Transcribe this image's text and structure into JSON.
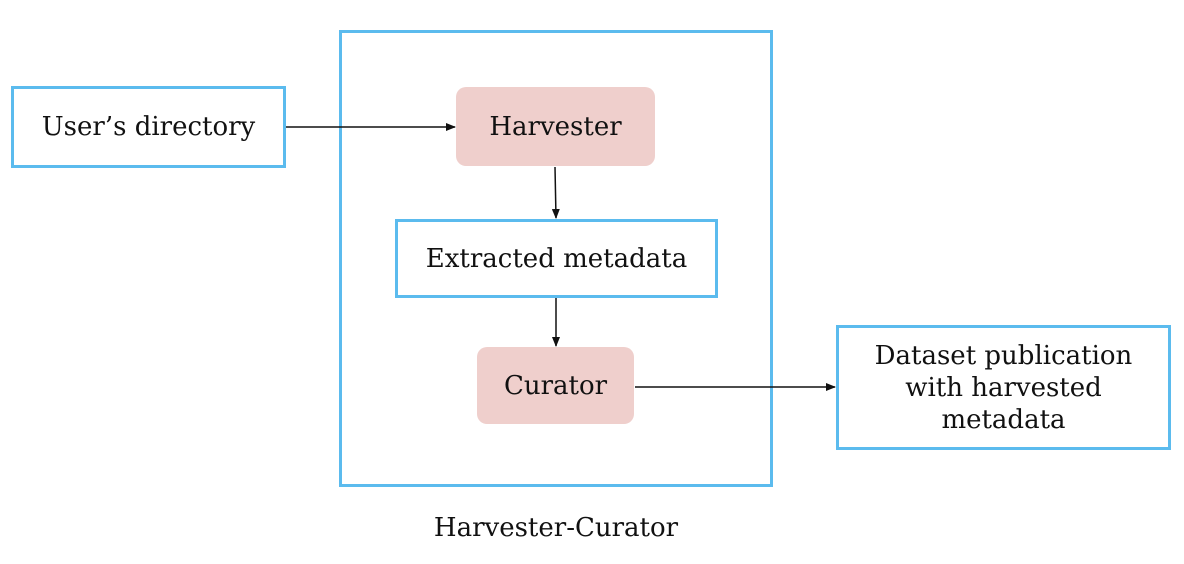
{
  "diagram": {
    "container_label": "Harvester-Curator",
    "nodes": {
      "user_directory": "User’s directory",
      "harvester": "Harvester",
      "extracted_metadata": "Extracted metadata",
      "curator": "Curator",
      "output_lines": [
        "Dataset publication",
        "with harvested",
        "metadata"
      ]
    },
    "edges": [
      {
        "from": "user_directory",
        "to": "harvester"
      },
      {
        "from": "harvester",
        "to": "extracted_metadata"
      },
      {
        "from": "extracted_metadata",
        "to": "curator"
      },
      {
        "from": "curator",
        "to": "output"
      }
    ],
    "colors": {
      "outline": "#5bbbee",
      "process_fill": "#efcfcc",
      "arrow": "#111111"
    }
  }
}
